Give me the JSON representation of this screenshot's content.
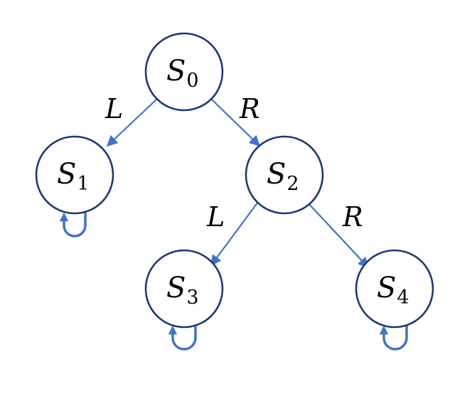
{
  "colors": {
    "edge": "#4472c4",
    "node_border": "#1f3a6e",
    "background": "#ffffff"
  },
  "states": [
    {
      "id": "s0",
      "letter": "S",
      "sub": "0"
    },
    {
      "id": "s1",
      "letter": "S",
      "sub": "1"
    },
    {
      "id": "s2",
      "letter": "S",
      "sub": "2"
    },
    {
      "id": "s3",
      "letter": "S",
      "sub": "3"
    },
    {
      "id": "s4",
      "letter": "S",
      "sub": "4"
    }
  ],
  "transitions": [
    {
      "from": "s0",
      "to": "s1",
      "label": "L"
    },
    {
      "from": "s0",
      "to": "s2",
      "label": "R"
    },
    {
      "from": "s2",
      "to": "s3",
      "label": "L"
    },
    {
      "from": "s2",
      "to": "s4",
      "label": "R"
    }
  ],
  "self_loops": [
    "s1",
    "s3",
    "s4"
  ]
}
